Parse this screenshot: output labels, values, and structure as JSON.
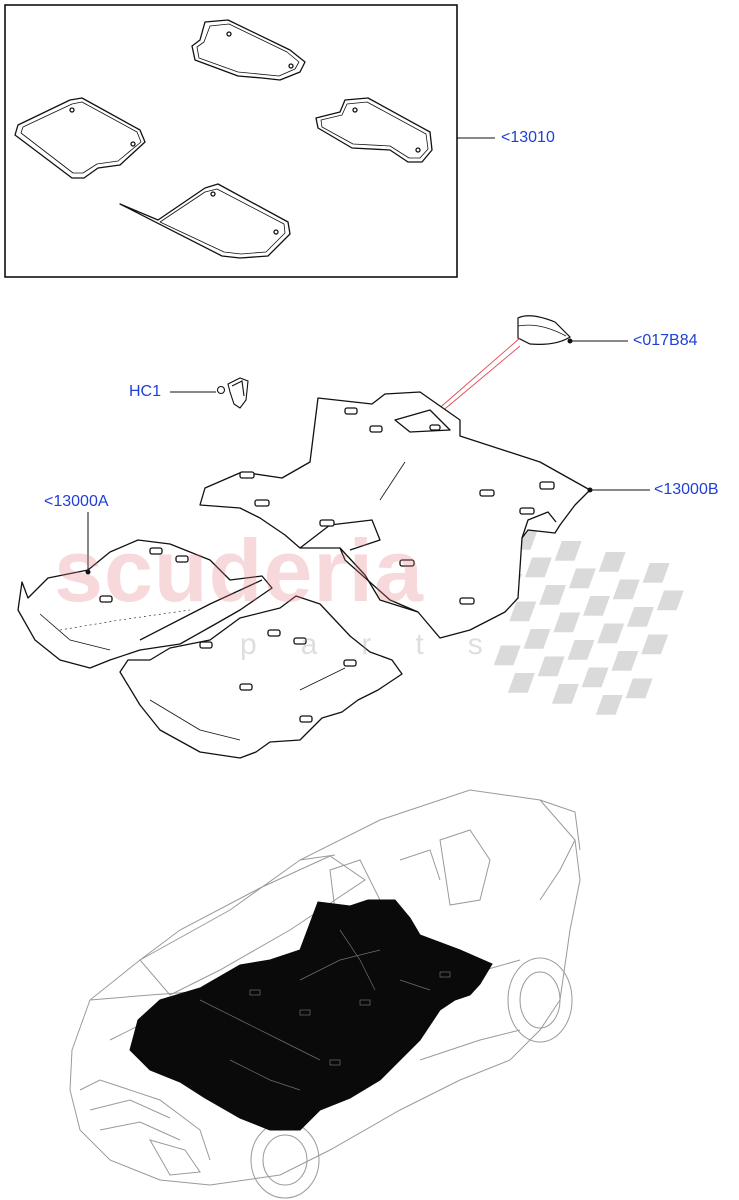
{
  "colors": {
    "callout_text": "#1f3fd6",
    "line": "#111111",
    "frame": "#000000",
    "leader_red": "#e0454f",
    "watermark_red": "#e47882",
    "watermark_checker": "#d6d6d6",
    "floor_fill": "#0a0a0a"
  },
  "callouts": {
    "mats_set": "<13010",
    "hook_clip": "HC1",
    "storage_tray": "<017B84",
    "front_carpet": "<13000A",
    "rear_carpet": "<13000B"
  },
  "watermark": {
    "main": "scuderia",
    "sub": "parts"
  },
  "icons": {
    "mat_set_frame": "rectangle-frame",
    "hook_clip": "clip-icon",
    "storage_tray": "tray-icon",
    "vehicle": "car-outline-icon"
  }
}
